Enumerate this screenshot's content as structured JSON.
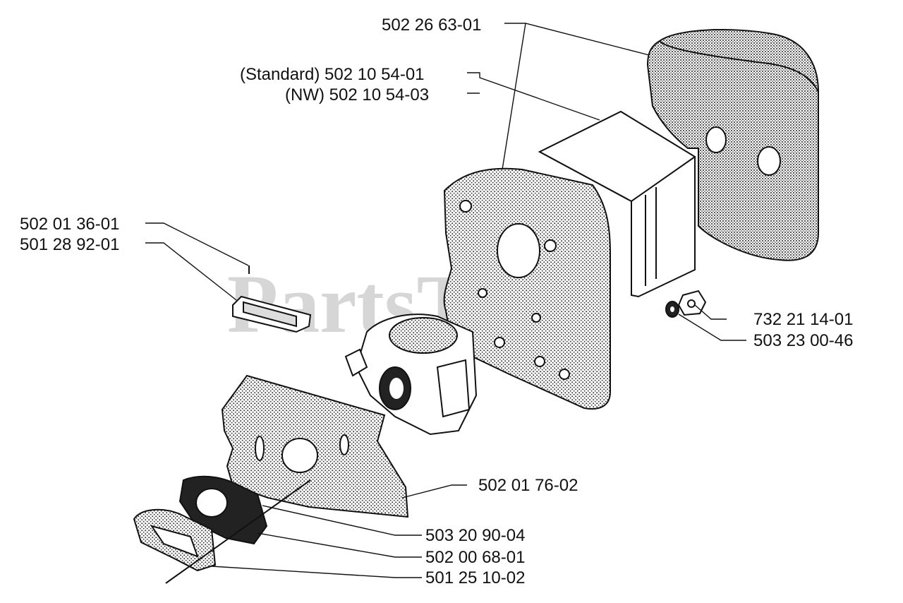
{
  "watermark": {
    "text": "PartsTree",
    "trademark": "TM"
  },
  "labels": {
    "air_filter_cover": "502 26 63-01",
    "filter_standard": "(Standard) 502 10 54-01",
    "filter_nw": "(NW) 502 10 54-03",
    "clip": "502 01 36-01",
    "sleeve": "501 28 92-01",
    "nut": "732 21 14-01",
    "washer": "503 23 00-46",
    "plate": "502 01 76-02",
    "stud": "503 20 90-04",
    "intake": "502 00 68-01",
    "gasket": "501 25 10-02"
  }
}
